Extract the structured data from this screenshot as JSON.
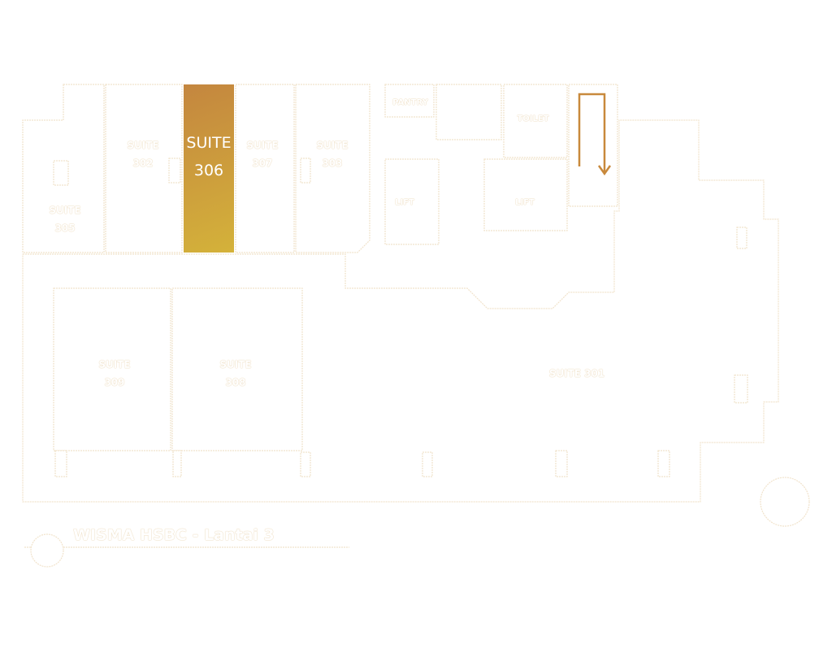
{
  "plan": {
    "title": "WISMA HSBC - Lantai 3",
    "highlight_color": "#c9963c",
    "highlighted": {
      "line1": "SUITE",
      "line2": "306"
    },
    "suites": [
      {
        "id": "305",
        "label": "SUITE\n305"
      },
      {
        "id": "302",
        "label": "SUITE\n302"
      },
      {
        "id": "307",
        "label": "SUITE\n307"
      },
      {
        "id": "303",
        "label": "SUITE\n303"
      },
      {
        "id": "309",
        "label": "SUITE\n309"
      },
      {
        "id": "308",
        "label": "SUITE\n308"
      },
      {
        "id": "301",
        "label": "SUITE 301"
      }
    ],
    "rooms": {
      "pantry": "PANTRY",
      "toilet": "TOILET",
      "lift1": "LIFT",
      "lift2": "LIFT"
    }
  }
}
